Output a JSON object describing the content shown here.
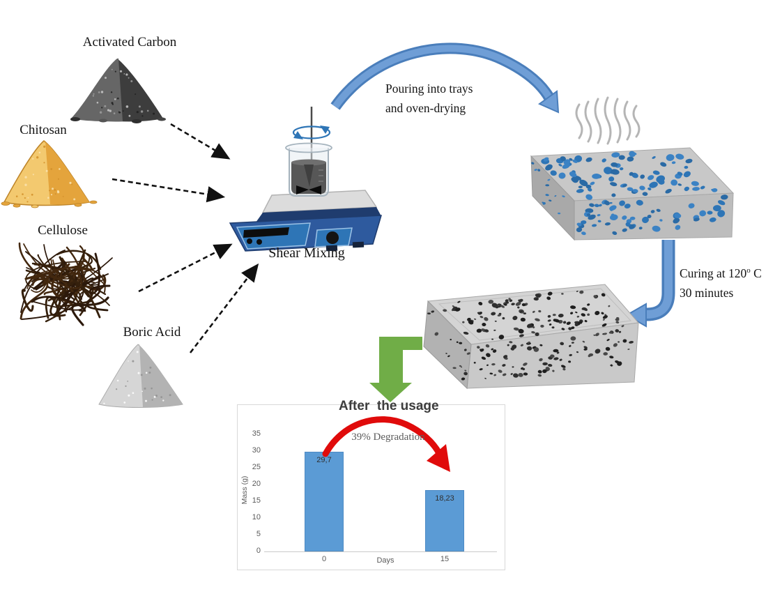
{
  "figure": {
    "materials": [
      {
        "label": "Activated Carbon"
      },
      {
        "label": "Chitosan"
      },
      {
        "label": "Cellulose"
      },
      {
        "label": "Boric Acid"
      }
    ],
    "mixing_step": "Shear Mixing",
    "pouring_step": {
      "line1": "Pouring into trays",
      "line2": "and oven-drying"
    },
    "curing_step": {
      "prefix": "Curing at 120",
      "superscript": "o",
      "suffix": " C",
      "line2": "30 minutes"
    }
  },
  "chart_data": {
    "type": "bar",
    "title": "After  the usage",
    "categories": [
      "0",
      "15"
    ],
    "values": [
      29.7,
      18.23
    ],
    "value_labels": [
      "29,7",
      "18,23"
    ],
    "xlabel": "Days",
    "ylabel": "Mass (g)",
    "ylim": [
      0,
      35
    ],
    "yticks": [
      0,
      5,
      10,
      15,
      20,
      25,
      30,
      35
    ],
    "grid": false,
    "annotation": "39% Degradation",
    "bar_color": "#5b9bd5"
  },
  "colors": {
    "process_arrow_blue": "#6f9ed6",
    "process_arrow_outline": "#4a7ebb",
    "dashed_arrow": "#111111",
    "green_arrow": "#70ad47",
    "red_arrow": "#e00b0b",
    "bar_blue": "#5b9bd5",
    "wet_block_pore_blue": "#2e75b6",
    "steam_gray": "#a9a9a9"
  }
}
